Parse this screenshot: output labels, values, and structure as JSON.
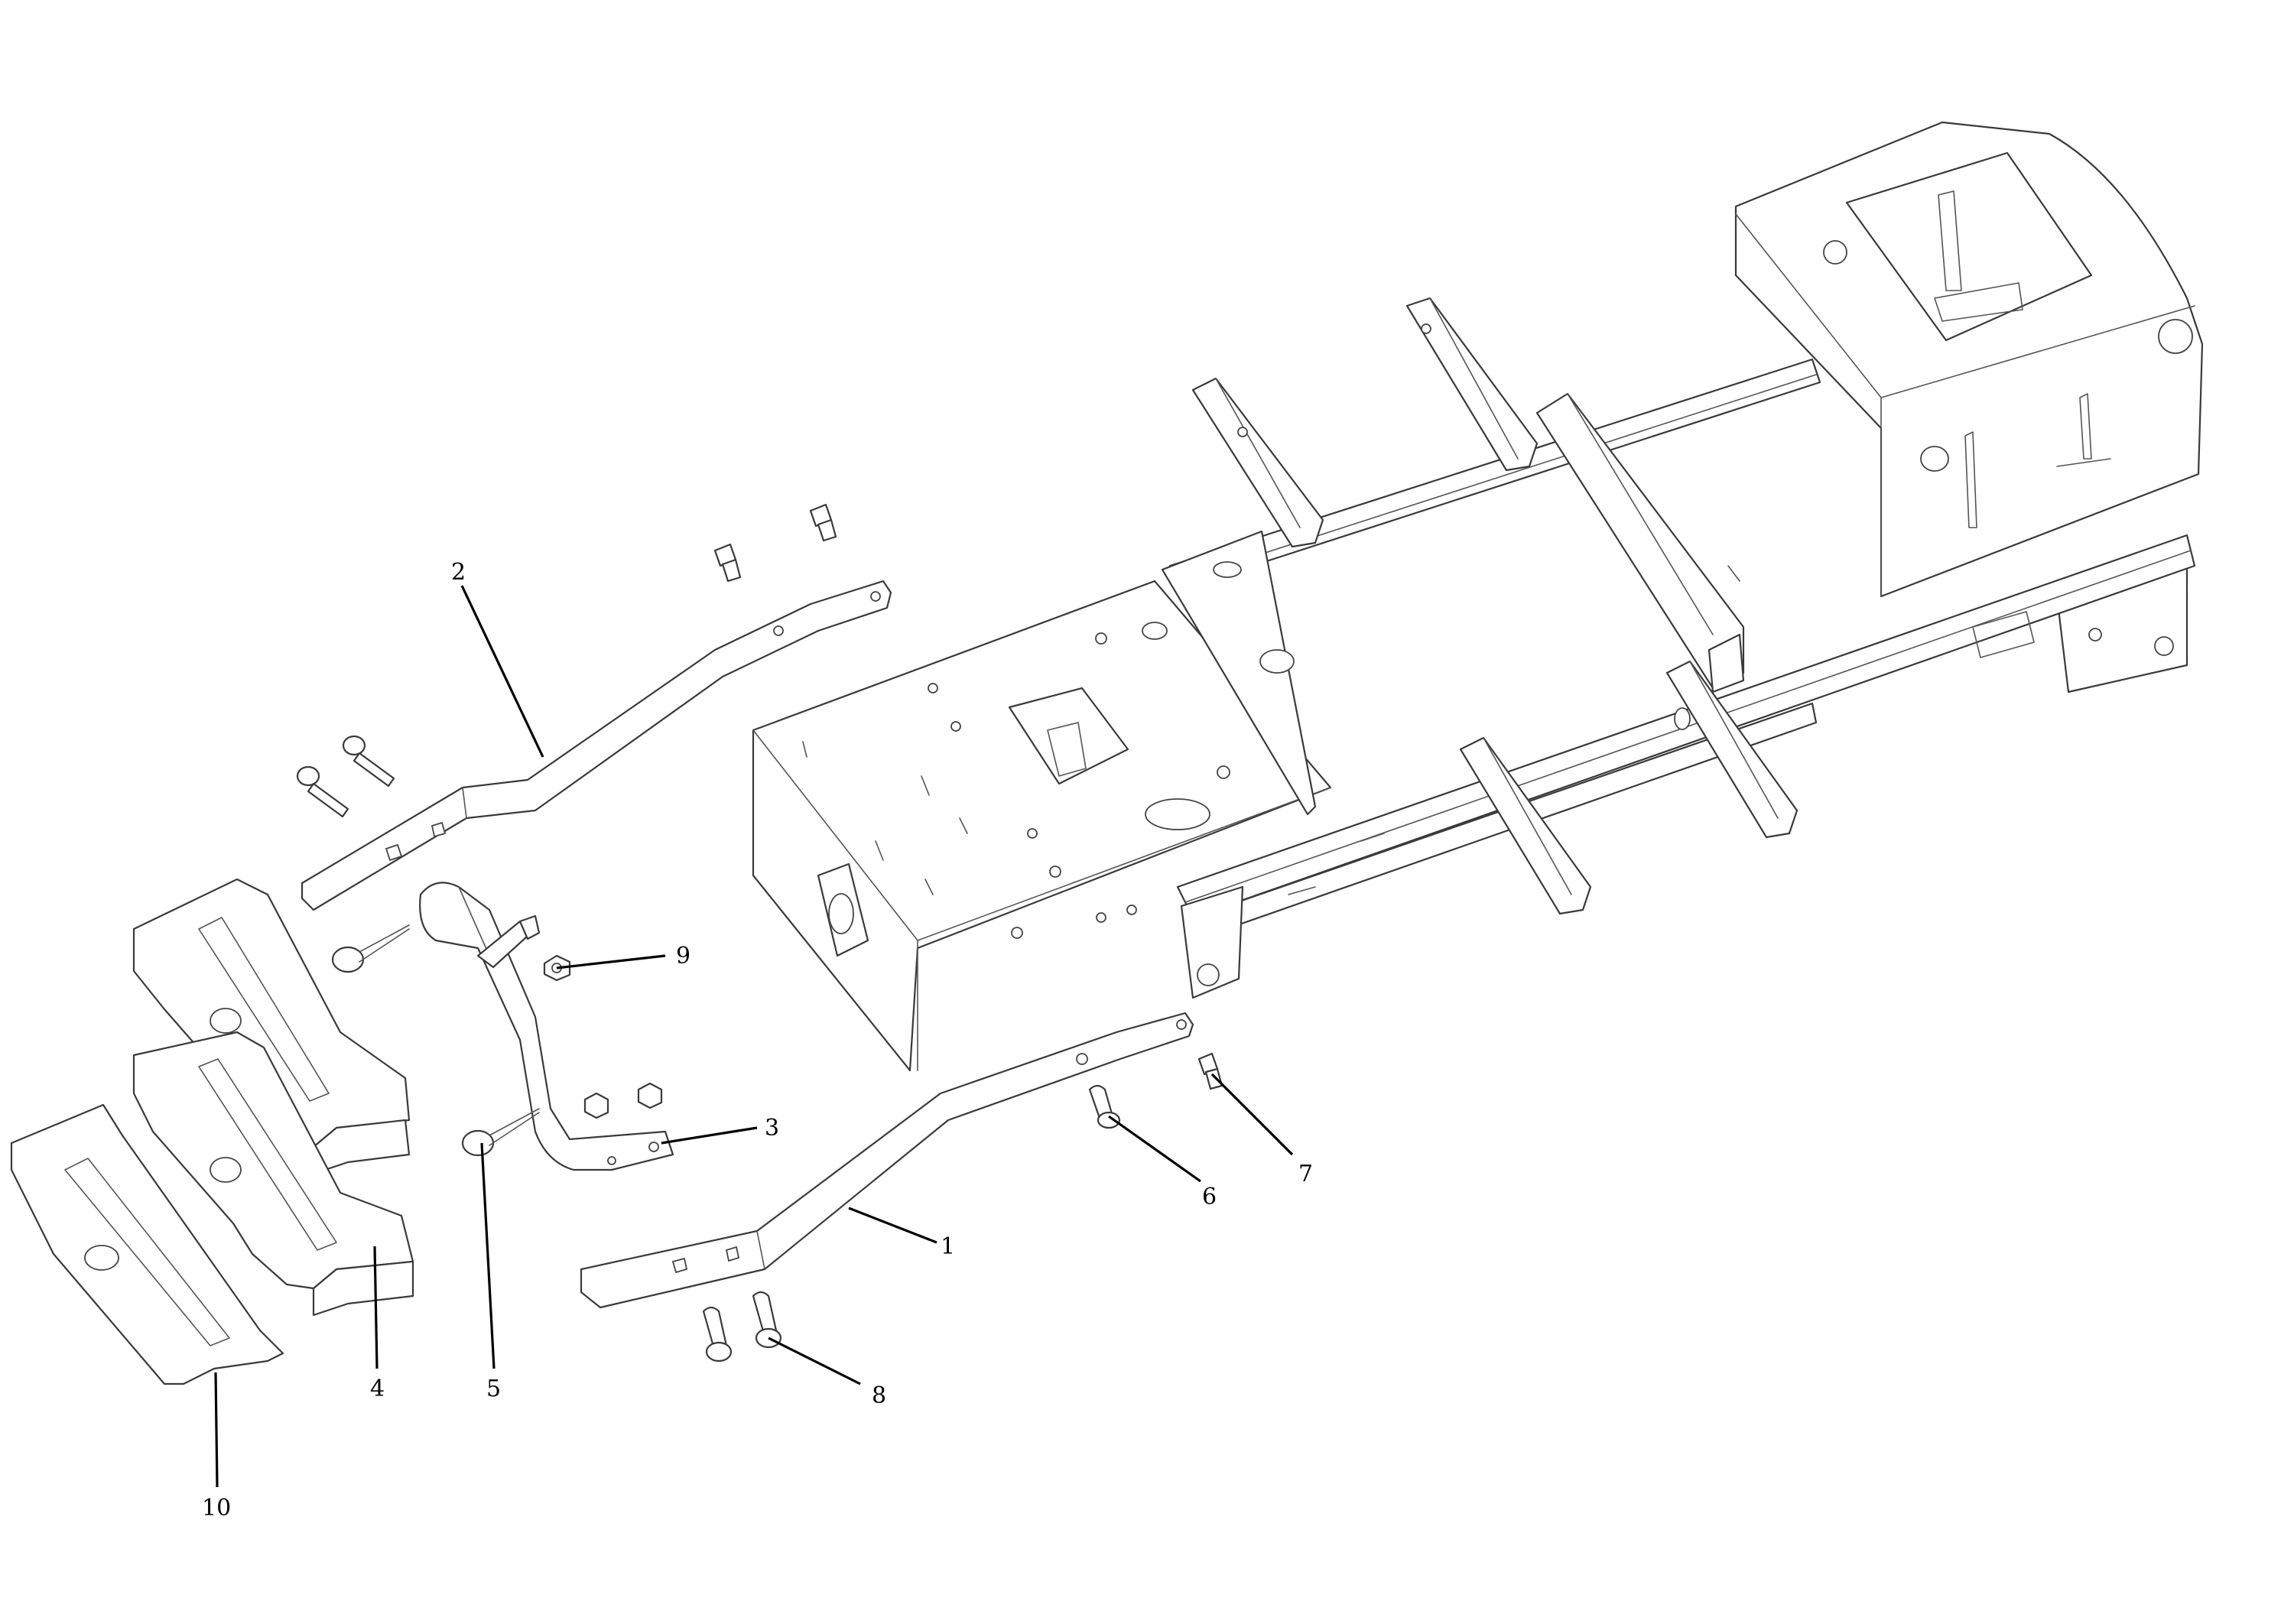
{
  "diagram": {
    "type": "exploded-parts-diagram",
    "callouts": [
      {
        "id": "callout-1",
        "label": "1"
      },
      {
        "id": "callout-2",
        "label": "2"
      },
      {
        "id": "callout-3",
        "label": "3"
      },
      {
        "id": "callout-4",
        "label": "4"
      },
      {
        "id": "callout-5",
        "label": "5"
      },
      {
        "id": "callout-6",
        "label": "6"
      },
      {
        "id": "callout-7",
        "label": "7"
      },
      {
        "id": "callout-8",
        "label": "8"
      },
      {
        "id": "callout-9",
        "label": "9"
      },
      {
        "id": "callout-10",
        "label": "10"
      }
    ],
    "colors": {
      "line": "#3a3a3a",
      "leader": "#000000",
      "background": "#ffffff"
    }
  }
}
